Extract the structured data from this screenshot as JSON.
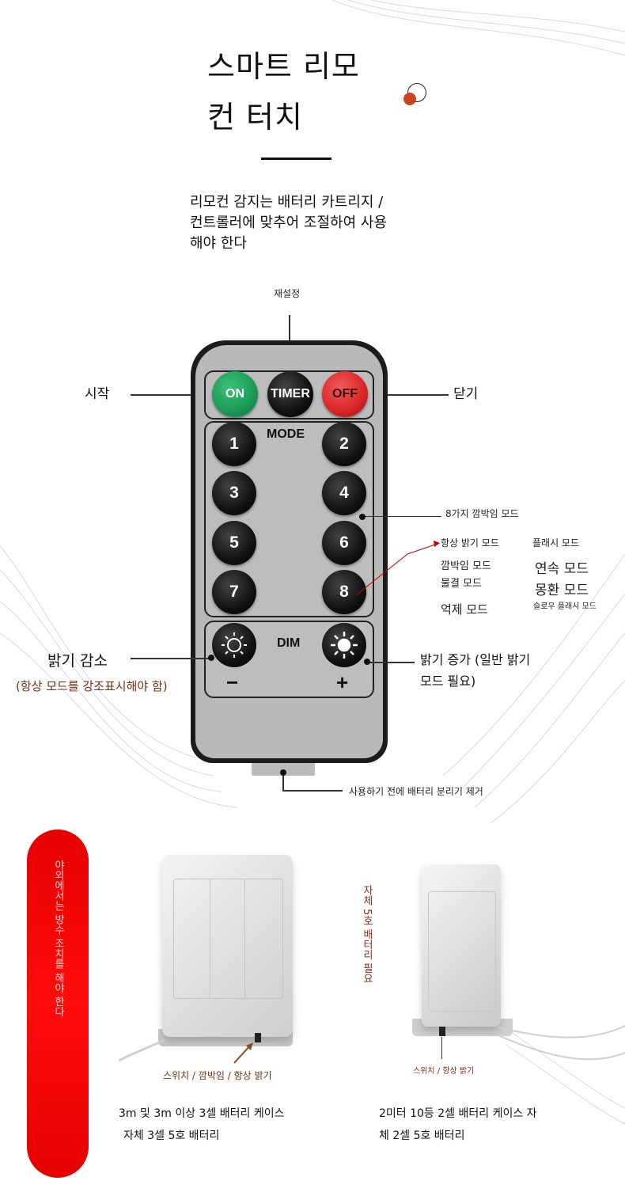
{
  "title": {
    "line1": "스마트 리모",
    "line2": "컨 터치"
  },
  "intro": {
    "line1": "리모컨 감지는 배터리 카트리지 /",
    "line2": "컨트롤러에 맞추어 조절하여 사용",
    "line3": "해야 한다"
  },
  "remote": {
    "reset_label": "재설정",
    "start_label": "시작",
    "close_label": "닫기",
    "on_button": "ON",
    "timer_button": "TIMER",
    "off_button": "OFF",
    "mode_title": "MODE",
    "dim_title": "DIM",
    "mode_buttons": [
      "1",
      "2",
      "3",
      "4",
      "5",
      "6",
      "7",
      "8"
    ],
    "modes_label": "8가지 깜박임 모드",
    "minus": "−",
    "plus": "+"
  },
  "modes": {
    "always_on": "항상 밝기 모드",
    "flash": "플래시 모드",
    "blink": "깜박임 모드",
    "continuous": "연속 모드",
    "wave": "물결 모드",
    "dream": "몽환 모드",
    "dimmed": "억제 모드",
    "slow_flash": "슬로우 플래시 모드"
  },
  "brightness": {
    "decrease": "밝기 감소",
    "decrease_note": "(항상 모드를 강조표시해야 함)",
    "increase_line1": "밝기 증가 (일반 밝기",
    "increase_line2": "모드 필요)"
  },
  "battery_remove": "사용하기 전에 배터리 분리기 제거",
  "outdoor_note": "야외에서는 방수 조치를 해야 한다",
  "battery_note": "자체 5호 배터리 필요",
  "case1": {
    "switch_label": "스위치 / 깜박임 / 항상 밝기",
    "caption_line1": "3m 및 3m 이상 3셀 배터리 케이스",
    "caption_line2": "자체 3셀 5호 배터리"
  },
  "case2": {
    "switch_label": "스위치 / 항상 밝기",
    "caption_line1": "2미터 10등 2셀 배터리 케이스 자",
    "caption_line2": "체 2셀 5호 배터리"
  },
  "colors": {
    "accent_red": "#e50000",
    "on_green": "#1a9a55",
    "off_red": "#d82525",
    "deco_orange": "#c8461f"
  }
}
